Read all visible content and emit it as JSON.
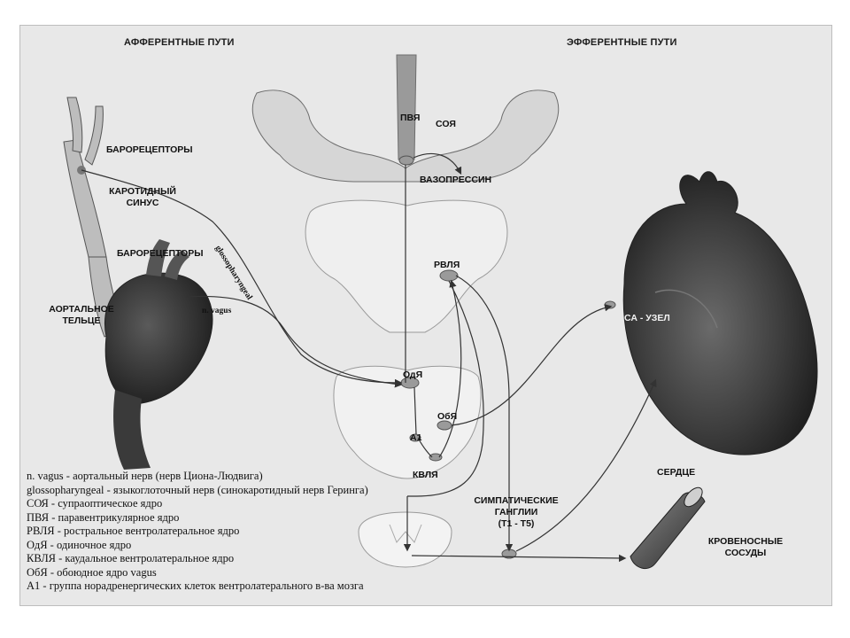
{
  "headers": {
    "afferent": "АФФЕРЕНТНЫЕ ПУТИ",
    "efferent": "ЭФФЕРЕНТНЫЕ ПУТИ"
  },
  "labels": {
    "baroreceptors_top": "БАРОРЕЦЕПТОРЫ",
    "carotid_sinus_1": "КАРОТИДНЫЙ",
    "carotid_sinus_2": "СИНУС",
    "baroreceptors_mid": "БАРОРЕЦЕПТОРЫ",
    "aortic_body_1": "АОРТАЛЬНОЕ",
    "aortic_body_2": "ТЕЛЬЦЕ",
    "n_vagus": "n. vagus",
    "glossopharyngeal": "glossopharyngeal",
    "pvn": "ПВЯ",
    "son": "СОЯ",
    "vasopressin": "ВАЗОПРЕССИН",
    "rvlm": "РВЛЯ",
    "nts": "ОдЯ",
    "na": "ОбЯ",
    "a1": "A1",
    "cvlm": "КВЛЯ",
    "sa_node": "СА - УЗЕЛ",
    "heart": "СЕРДЦЕ",
    "symp_1": "СИМПАТИЧЕСКИЕ",
    "symp_2": "ГАНГЛИИ",
    "symp_3": "(T1 - T5)",
    "vessels_1": "КРОВЕНОСНЫЕ",
    "vessels_2": "СОСУДЫ"
  },
  "legend": [
    "n. vagus - аортальный нерв (нерв Циона-Людвига)",
    "glossopharyngeal - языкоглоточный нерв (синокаротидный нерв Геринга)",
    "СОЯ - супраоптическое ядро",
    "ПВЯ - паравентрикулярное ядро",
    "РВЛЯ - ростральное вентролатеральное ядро",
    "ОдЯ - одиночное ядро",
    "КВЛЯ - каудальное вентролатеральное ядро",
    "ОбЯ - обоюдное ядро vagus",
    "A1 - группа норадренергических клеток вентролатерального в-ва мозга"
  ]
}
